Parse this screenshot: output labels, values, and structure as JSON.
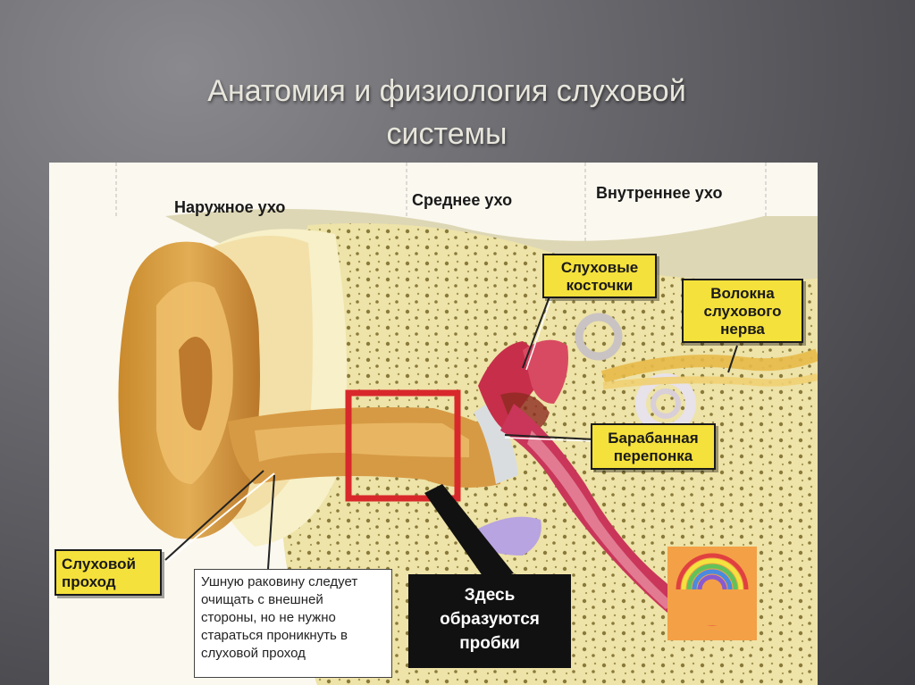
{
  "slide": {
    "title_line1": "Анатомия и физиология слуховой",
    "title_line2": "системы"
  },
  "diagram": {
    "section_outer": "Наружное ухо",
    "section_middle": "Среднее ухо",
    "section_inner": "Внутреннее ухо",
    "label_ossicles_1": "Слуховые",
    "label_ossicles_2": "косточки",
    "label_nerve_1": "Волокна",
    "label_nerve_2": "слухового",
    "label_nerve_3": "нерва",
    "label_eardrum_1": "Барабанная",
    "label_eardrum_2": "перепонка",
    "label_canal_1": "Слуховой",
    "label_canal_2": "проход",
    "note_line1": "Ушную раковину следует",
    "note_line2": "очищать с внешней",
    "note_line3": "стороны, но не нужно",
    "note_line4": "стараться проникнуть в",
    "note_line5": "слуховой проход",
    "callout_line1": "Здесь",
    "callout_line2": "образуются",
    "callout_line3": "пробки"
  },
  "colors": {
    "callout_yellow": "#f5e13b",
    "highlight_red": "#d8282c",
    "callout_black": "#111111"
  }
}
